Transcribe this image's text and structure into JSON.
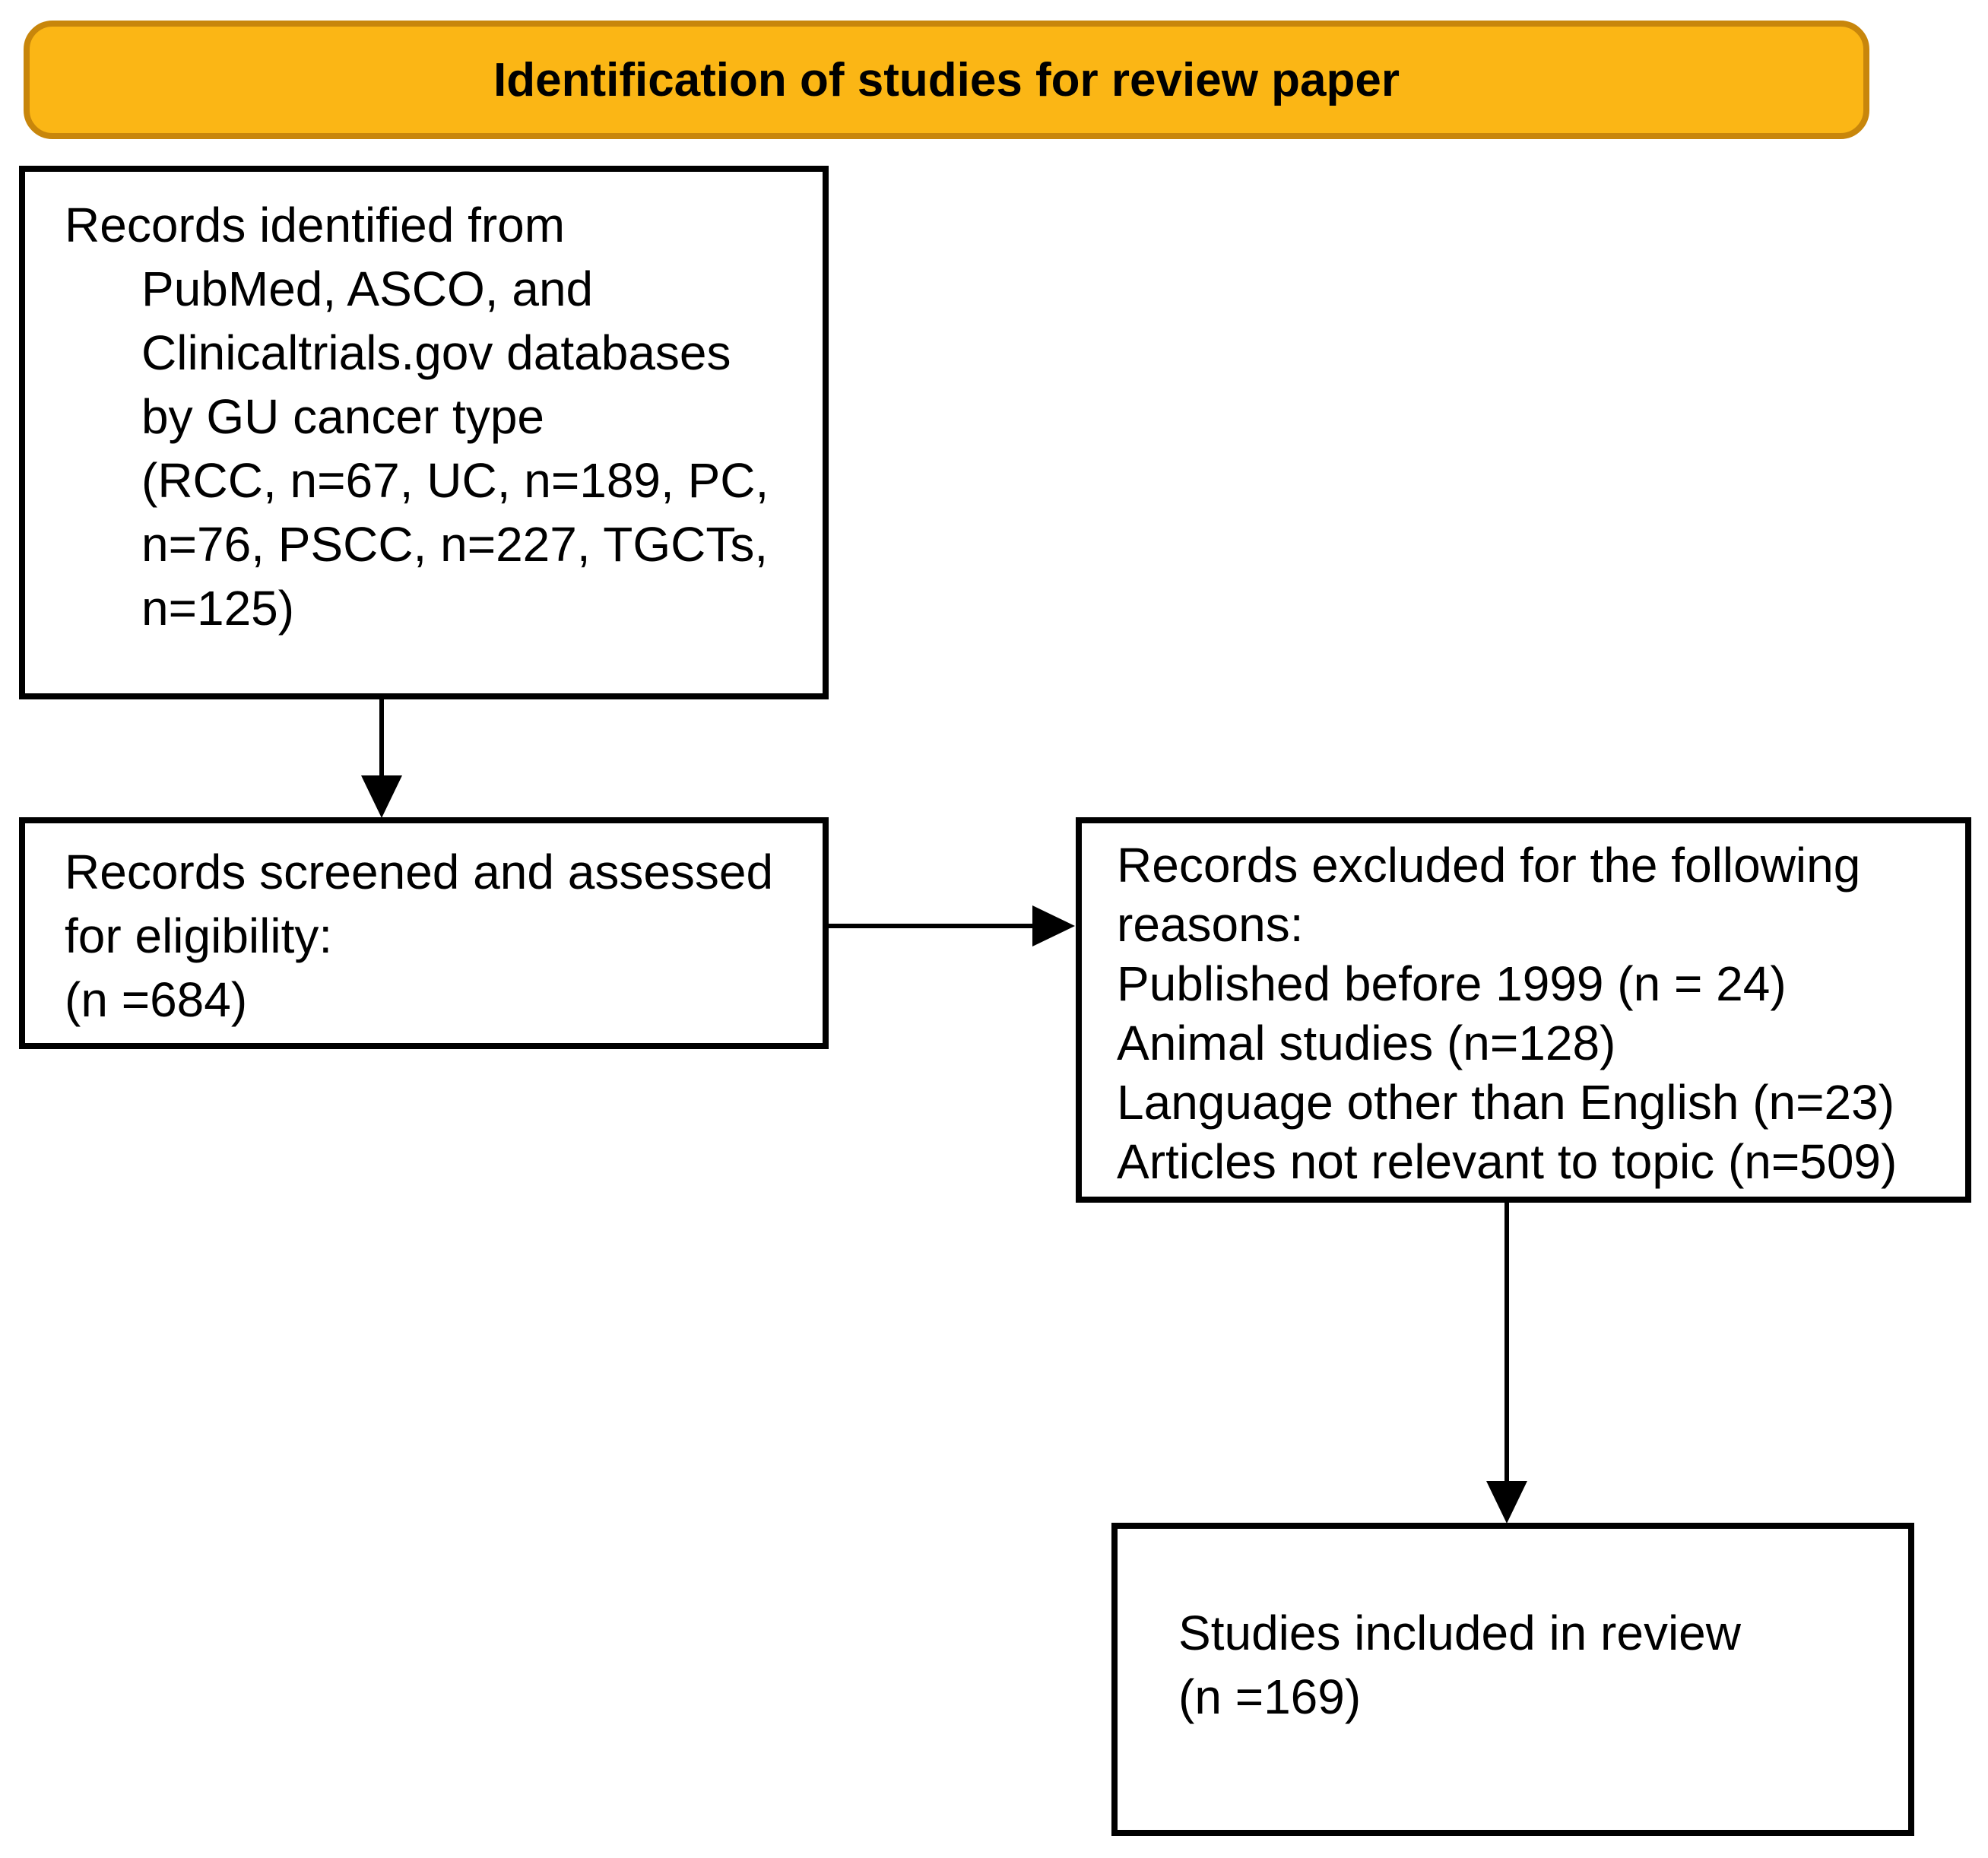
{
  "banner": {
    "title": "Identification of studies for review paper",
    "fill_color": "#FBB615",
    "border_color": "#C8860B",
    "text_color": "#000000"
  },
  "boxes": {
    "identification": {
      "text": "Records identified from\nPubMed, ASCO, and\nClinicaltrials.gov databases\nby GU cancer type\n(RCC, n=67, UC, n=189, PC,\nn=76, PSCC, n=227, TGCTs,\nn=125)"
    },
    "screening": {
      "text": "Records screened and assessed\nfor eligibility:\n(n =684)"
    },
    "exclusion": {
      "text": "Records excluded for the following\nreasons:\nPublished before 1999 (n = 24)\nAnimal studies (n=128)\nLanguage other than English (n=23)\nArticles not relevant to topic (n=509)"
    },
    "included": {
      "text": "Studies included in review\n(n =169)"
    }
  },
  "arrows": [
    {
      "name": "identification-to-screening",
      "direction": "down"
    },
    {
      "name": "screening-to-exclusion",
      "direction": "right"
    },
    {
      "name": "exclusion-to-included",
      "direction": "down"
    }
  ],
  "diagram": {
    "type": "flowchart",
    "line_color": "#000000",
    "background_color": "#ffffff"
  }
}
